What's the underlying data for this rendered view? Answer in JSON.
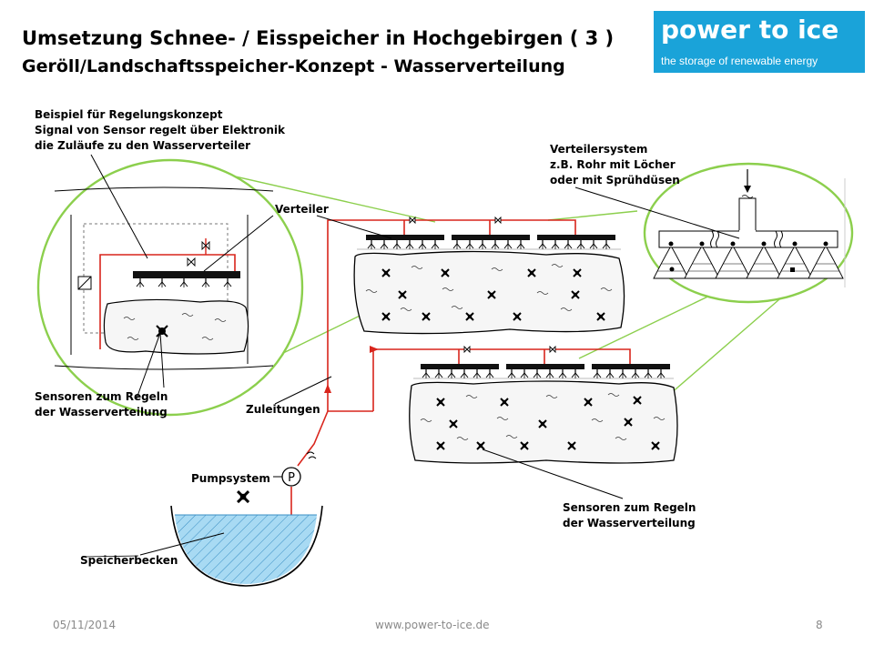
{
  "header": {
    "title": "Umsetzung Schnee- / Eisspeicher in Hochgebirgen ( 3 )",
    "subtitle": "Geröll/Landschaftsspeicher-Konzept  -  Wasserverteilung"
  },
  "logo": {
    "name": "power to ice",
    "tagline": "the storage of renewable energy",
    "color": "#1aa3d9"
  },
  "labels": {
    "control_example": [
      "Beispiel für Regelungskonzept",
      "Signal von Sensor regelt über Elektronik",
      "die Zuläufe zu den Wasserverteiler"
    ],
    "verteiler": "Verteiler",
    "verteilersystem": [
      "Verteilersystem",
      "z.B. Rohr mit Löcher",
      "oder mit Sprühdüsen"
    ],
    "sensors_left": [
      "Sensoren zum Regeln",
      "der Wasserverteilung"
    ],
    "zuleitungen": "Zuleitungen",
    "pumpsystem": "Pumpsystem",
    "pump_symbol": "P",
    "speicherbecken": "Speicherbecken",
    "sensors_right": [
      "Sensoren zum Regeln",
      "der Wasserverteilung"
    ]
  },
  "colors": {
    "pipe": "#d9251c",
    "zoom_circle": "#8ccf4d",
    "water": "#a8daf3"
  },
  "footer": {
    "date": "05/11/2014",
    "url": "www.power-to-ice.de",
    "page": "8"
  }
}
